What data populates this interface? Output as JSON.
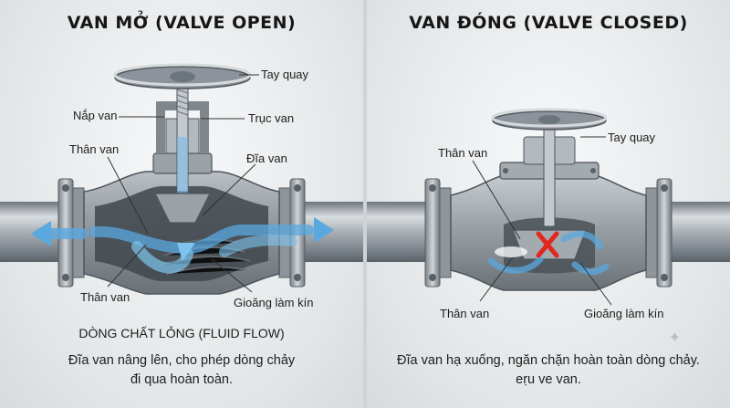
{
  "left": {
    "title": "VAN MỞ (VALVE OPEN)",
    "labels": {
      "handwheel": "Tay quay",
      "bonnet": "Nắp van",
      "stem": "Trục van",
      "body_top": "Thân van",
      "disc": "Đĩa van",
      "body_bottom": "Thân van",
      "seal": "Gioăng làm kín"
    },
    "flow_label": "DÒNG CHẤT LỎNG (FLUID FLOW)",
    "caption_line1": "Đĩa van nâng lên, cho phép dòng chảy",
    "caption_line2": "đi qua hoàn toàn."
  },
  "right": {
    "title": "VAN ĐÓNG (VALVE CLOSED)",
    "labels": {
      "handwheel": "Tay quay",
      "body_top": "Thân van",
      "body_bottom": "Thân van",
      "seal": "Gioăng làm kín"
    },
    "caption_line1": "Đĩa van hạ xuống, ngăn chặn hoàn toàn dòng chảy.",
    "caption_line2": "eṛu ve van."
  },
  "colors": {
    "flow": "#5aa8e0",
    "block": "#e0281f",
    "metal": "#9aa1a7"
  },
  "icons": {
    "stop": "cross-icon",
    "flow": "arrow-icon",
    "decor": "sparkle-icon"
  }
}
